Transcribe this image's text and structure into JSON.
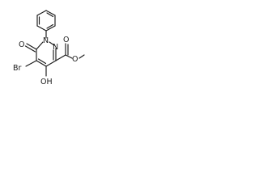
{
  "molecule": {
    "atom_labels": {
      "n1": "N",
      "n2": "N",
      "o_ketone": "O",
      "br": "Br",
      "oh": "OH",
      "o_carbonyl": "O",
      "o_ester": "O"
    },
    "substituent_labels": {
      "methyl": ""
    }
  },
  "colors": {
    "bond": "#1a1a1a",
    "background": "#ffffff"
  }
}
